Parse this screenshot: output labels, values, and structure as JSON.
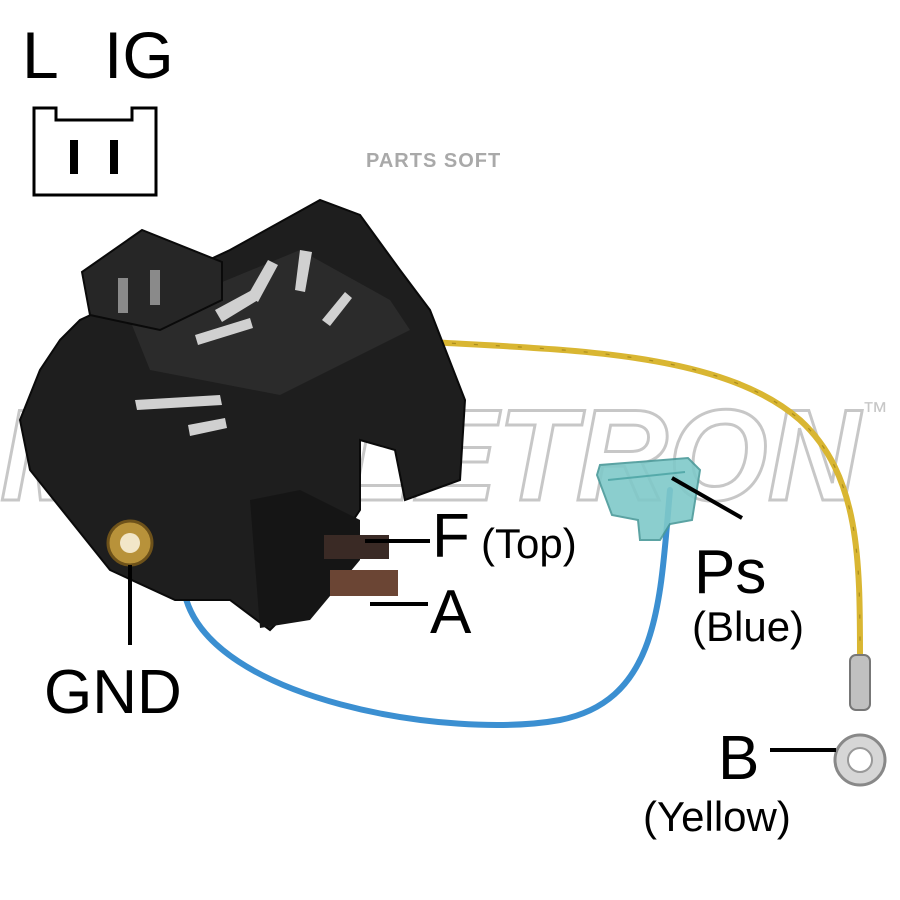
{
  "pin_labels": {
    "l": "L",
    "ig": "IG"
  },
  "terminals": {
    "f": "F",
    "f_note": "(Top)",
    "a": "A",
    "ps": "Ps",
    "ps_color": "(Blue)",
    "gnd": "GND",
    "b": "B",
    "b_color": "(Yellow)"
  },
  "watermark": "PARTS SOFT",
  "brand": {
    "name": "MOBILETRON",
    "tm": "™"
  },
  "colors": {
    "body": "#1e1e1e",
    "yellow_wire": "#d9b632",
    "blue_wire": "#3b8fd1",
    "brass": "#b8923a",
    "ring": "#c9c9c9",
    "connector": "#7fc9c9"
  }
}
